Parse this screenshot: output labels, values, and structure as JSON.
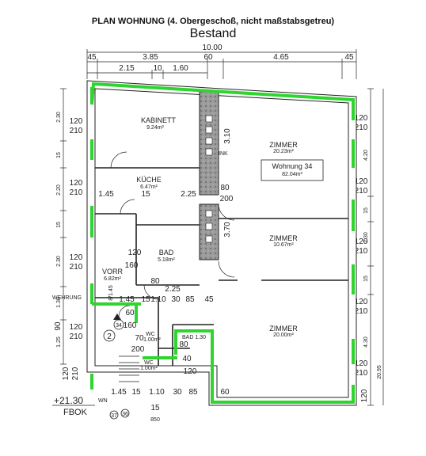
{
  "title": "PLAN WOHNUNG (4. Obergeschoß, nicht maßstabsgetreu)",
  "subtitle": "Bestand",
  "colors": {
    "highlight": "#2fd52f",
    "wall": "#8a8a8a",
    "ink": "#222222"
  },
  "dims_top": {
    "total": "10.00",
    "d1": "45",
    "d2": "3.85",
    "d3": "60",
    "d4": "4.65",
    "d5": "45",
    "s1": "2.15",
    "s2": "10",
    "s3": "1.60"
  },
  "dims_left": [
    "2.30",
    "15",
    "2.20",
    "15",
    "2.30",
    "1.30",
    "1.25"
  ],
  "dims_right": [
    "4.20",
    "15",
    "2.30",
    "15",
    "4.30",
    "20.95"
  ],
  "windows_left": [
    "120",
    "210",
    "120",
    "210",
    "120",
    "210",
    "120",
    "210",
    "120",
    "210"
  ],
  "windows_right": [
    "120",
    "210",
    "120",
    "210",
    "120",
    "210",
    "120",
    "210",
    "120",
    "210",
    "120"
  ],
  "rooms": {
    "kabinett": {
      "name": "KABINETT",
      "area": "9.24m²"
    },
    "kueche": {
      "name": "KÜCHE",
      "area": "6.47m²"
    },
    "bad": {
      "name": "BAD",
      "area": "5.18m²"
    },
    "vorr": {
      "name": "VORR",
      "area": "6.82m²"
    },
    "zimmer1": {
      "name": "ZIMMER",
      "area": "20.23m²"
    },
    "zimmer2": {
      "name": "ZIMMER",
      "area": "10.67m²"
    },
    "zimmer3": {
      "name": "ZIMMER",
      "area": "20.00m²"
    },
    "wc1": {
      "name": "WC",
      "area": "1.00m²"
    },
    "wc2": {
      "name": "WC",
      "area": "1.00m²"
    }
  },
  "unit_label": {
    "name": "Wohnung 34",
    "area": "82.04m²"
  },
  "labels": {
    "ink": "INK",
    "wehrung": "WEHRUNG",
    "d310": "3.10",
    "d370": "3.70",
    "d145a": "1.45",
    "d15a": "15",
    "d225a": "2.25",
    "d80": "80",
    "d200": "200",
    "bad120": "120",
    "bad160": "160",
    "vorr_dims": "8/1.45",
    "d80b": "80",
    "d225b": "2.25",
    "row_dims": [
      "1.45",
      "15",
      "1.10",
      "30",
      "85",
      "45"
    ],
    "bottom_dims": [
      "1.45",
      "15",
      "1.10",
      "30",
      "85",
      "60"
    ],
    "d60": "60",
    "d160": "160",
    "d70": "70",
    "d200b": "200",
    "d80c": "80",
    "d40": "40",
    "d120": "120",
    "d15b": "15",
    "d90": "90",
    "n34": "34",
    "n2": "2",
    "n36": "36",
    "n37": "37",
    "n850": "850",
    "level": "+21.30",
    "wn": "WN",
    "fbok": "FBOK",
    "d60b": "60",
    "bath_note": "BAD 1.30"
  }
}
